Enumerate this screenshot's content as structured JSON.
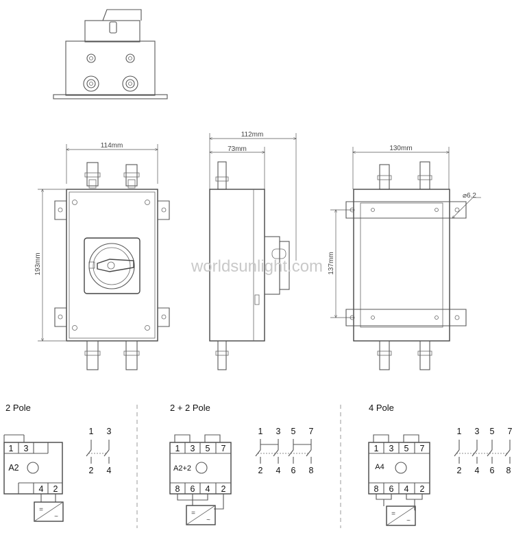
{
  "watermark": "worldsunlight.com",
  "dimensions": {
    "front_width": "114mm",
    "front_height": "193mm",
    "side_depth": "112mm",
    "side_depth_inner": "73mm",
    "back_width": "130mm",
    "back_height": "137mm",
    "hole_diameter": "⌀6.2"
  },
  "panels": [
    {
      "title": "2  Pole",
      "box_label": "A2",
      "top_pins": [
        "1",
        "3"
      ],
      "bottom_pins": [
        "4",
        "2"
      ],
      "switch_top": [
        "1",
        "3"
      ],
      "switch_bottom": [
        "2",
        "4"
      ]
    },
    {
      "title": "2 + 2 Pole",
      "box_label": "A2+2",
      "top_pins": [
        "1",
        "3",
        "5",
        "7"
      ],
      "bottom_pins": [
        "8",
        "6",
        "4",
        "2"
      ],
      "switch_top": [
        "1",
        "3",
        "5",
        "7"
      ],
      "switch_bottom": [
        "2",
        "4",
        "6",
        "8"
      ]
    },
    {
      "title": "4 Pole",
      "box_label": "A4",
      "top_pins": [
        "1",
        "3",
        "5",
        "7"
      ],
      "bottom_pins": [
        "8",
        "6",
        "4",
        "2"
      ],
      "switch_top": [
        "1",
        "3",
        "5",
        "7"
      ],
      "switch_bottom": [
        "2",
        "4",
        "6",
        "8"
      ]
    }
  ],
  "converter_symbols": [
    "=",
    "~"
  ]
}
